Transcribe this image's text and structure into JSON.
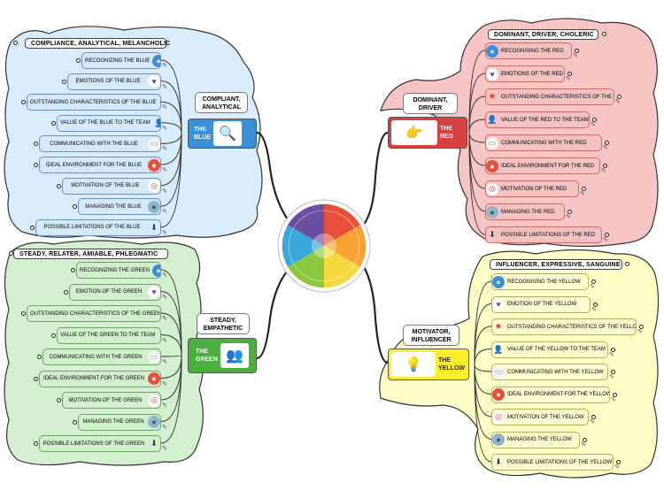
{
  "blue": {
    "title": "COMPLIANCE, ANALYTICAL, MELANCHOLIC",
    "callout": [
      "COMPLIANT,",
      "ANALYTICAL"
    ],
    "central": [
      "THE",
      "BLUE"
    ],
    "items": [
      {
        "label": "RECOGNIZING THE BLUE",
        "icon": "person-silhouette-icon"
      },
      {
        "label": "EMOTIONS OF THE BLUE",
        "icon": "heart-icon"
      },
      {
        "label": "OUTSTANDING CHARACTERISTICS OF THE BLUE",
        "icon": "award-icon"
      },
      {
        "label": "VALUE OF THE BLUE TO THE TEAM",
        "icon": "team-icon"
      },
      {
        "label": "COMMUNICATING WITH THE BLUE",
        "icon": "chat-icon"
      },
      {
        "label": "IDEAL ENVIRONMENT FOR THE BLUE",
        "icon": "map-pin-icon"
      },
      {
        "label": "MOTIVATION OF THE BLUE",
        "icon": "target-icon"
      },
      {
        "label": "MANAGING THE BLUE",
        "icon": "manager-icon"
      },
      {
        "label": "POSSIBLE LIMITATIONS OF THE BLUE",
        "icon": "arrow-down-icon"
      }
    ]
  },
  "green": {
    "title": "STEADY, RELATER, AMIABLE, PHLEGMATIC",
    "callout": [
      "STEADY,",
      "EMPATHETIC"
    ],
    "central": [
      "THE",
      "GREEN"
    ],
    "items": [
      {
        "label": "RECOGNIZING THE GREEN",
        "icon": "person-silhouette-icon"
      },
      {
        "label": "EMOTION OF THE GREEN",
        "icon": "heart-icon"
      },
      {
        "label": "OUTSTANDING CHARACTERISTICS OF THE GREEN",
        "icon": "award-icon"
      },
      {
        "label": "VALUE OF THE GREEN TO THE TEAM",
        "icon": "team-icon"
      },
      {
        "label": "COMMUNICATING WITH THE GREEN",
        "icon": "chat-icon"
      },
      {
        "label": "IDEAL ENVIRONMENT FOR THE GREEN",
        "icon": "map-pin-icon"
      },
      {
        "label": "MOTIVATION OF THE GREEN",
        "icon": "target-icon"
      },
      {
        "label": "MANAGING THE GREEN",
        "icon": "manager-icon"
      },
      {
        "label": "POSSIBLE LIMITATIONS OF THE GREEN",
        "icon": "arrow-down-icon"
      }
    ]
  },
  "red": {
    "title": "DOMINANT, DRIVER, CHOLERIC",
    "callout": [
      "DOMINANT,",
      "DRIVER"
    ],
    "central": [
      "THE",
      "RED"
    ],
    "items": [
      {
        "label": "RECOGNISING THE RED",
        "icon": "person-silhouette-icon"
      },
      {
        "label": "EMOTIONS OF THE RED",
        "icon": "heart-icon"
      },
      {
        "label": "OUTSTANDING CHARACTERISTICS OF THE RED",
        "icon": "award-icon"
      },
      {
        "label": "VALUE OF THE RED TO THE TEAM",
        "icon": "team-icon"
      },
      {
        "label": "COMMUNICATING WITH THE RED",
        "icon": "chat-icon"
      },
      {
        "label": "IDEAL ENVIRONMENT FOR THE RED",
        "icon": "map-pin-icon"
      },
      {
        "label": "MOTIVATION OF THE RED",
        "icon": "target-icon"
      },
      {
        "label": "MANAGING THE RED",
        "icon": "manager-icon"
      },
      {
        "label": "POSSIBLE LIMITATIONS OF THE RED",
        "icon": "arrow-down-icon"
      }
    ]
  },
  "yellow": {
    "title": "INFLUENCER, EXPRESSIVE, SANGUINE",
    "callout": [
      "MOTIVATOR,",
      "INFLUENCER"
    ],
    "central": [
      "THE",
      "YELLOW"
    ],
    "items": [
      {
        "label": "RECOGNISING THE YELLOW",
        "icon": "person-silhouette-icon"
      },
      {
        "label": "EMOTION OF THE YELLOW",
        "icon": "heart-icon"
      },
      {
        "label": "OUTSTANDING CHARACTERISTICS OF THE YELLOW",
        "icon": "award-icon"
      },
      {
        "label": "VALUE OF THE YELLOW TO THE TEAM",
        "icon": "team-icon"
      },
      {
        "label": "COMMUNICATING WITH THE YELLOW",
        "icon": "chat-icon"
      },
      {
        "label": "IDEAL ENVIRONMENT FOR THE YELLOW",
        "icon": "map-pin-icon"
      },
      {
        "label": "MOTIVATION OF THE YELLOW",
        "icon": "target-icon"
      },
      {
        "label": "MANAGING THE YELLOW",
        "icon": "manager-icon"
      },
      {
        "label": "POSSIBLE LIMITATIONS OF THE YELLOW",
        "icon": "arrow-down-icon"
      }
    ]
  },
  "colors": {
    "blue_bg": "#d9ecfb",
    "green_bg": "#d3efd0",
    "red_bg": "#f8c5c5",
    "yellow_bg": "#fffdc6",
    "blue_central": "#3a8fd9",
    "green_central": "#4cae3f",
    "red_central": "#d94141",
    "yellow_central": "#ffef2a"
  },
  "wheel": {
    "icon": "color-wheel-icon"
  }
}
